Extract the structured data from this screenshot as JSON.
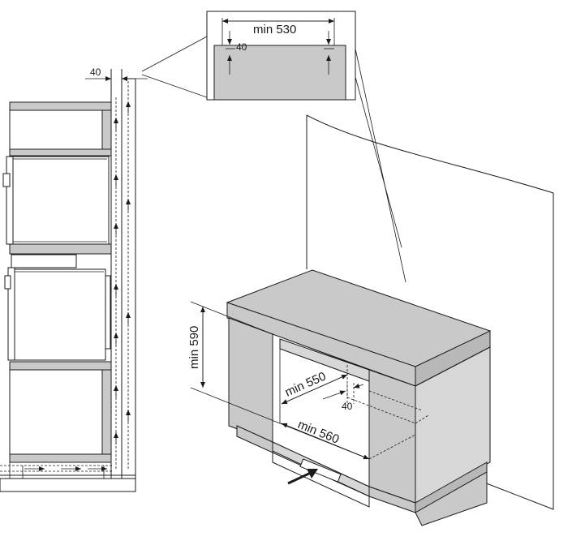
{
  "dimensions": {
    "side_gap": "40",
    "inset_gap": "40",
    "inset_width": "min 530",
    "height": "min 590",
    "depth": "min 550",
    "width": "min 560",
    "rear_gap": "40"
  },
  "colors": {
    "line": "#1a1a1a",
    "panel_fill": "#c9c9c9",
    "panel_dark": "#b8b8b8",
    "panel_light": "#d7d7d7",
    "background": "#ffffff"
  }
}
